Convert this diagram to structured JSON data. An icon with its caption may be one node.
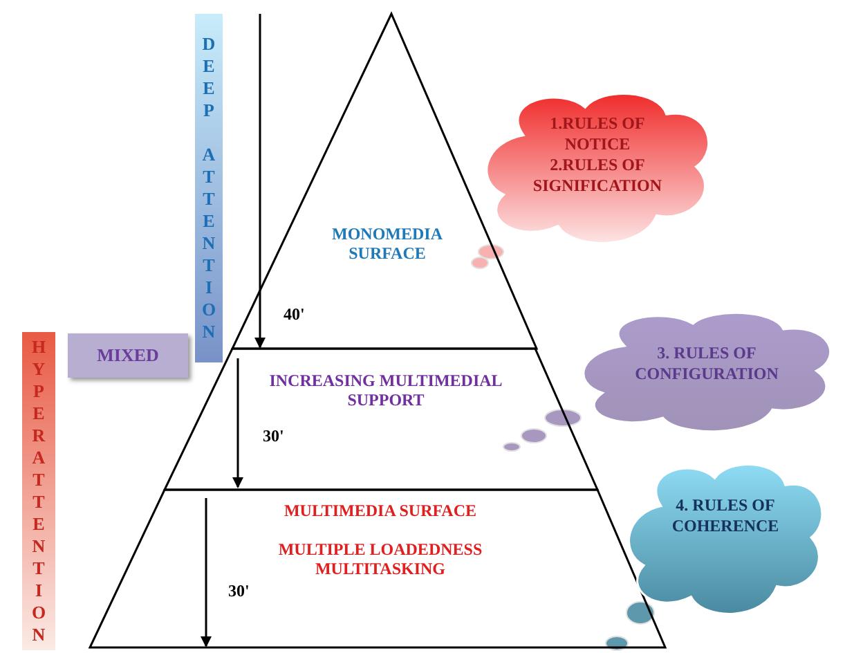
{
  "diagram": {
    "nodes": [
      {
        "text": [
          "DEEP ATTENTION"
        ]
      },
      {
        "text": [
          "HYPERATTENTION"
        ]
      },
      {
        "text": [
          "MIXED"
        ]
      },
      {
        "text": [
          "MONOMEDIA SURFACE",
          "40'"
        ]
      },
      {
        "text": [
          "INCREASING MULTIMEDIAL SUPPORT",
          "30'"
        ]
      },
      {
        "text": [
          "MULTIMEDIA SURFACE",
          "MULTIPLE LOADEDNESS MULTITASKING",
          "30'"
        ]
      },
      {
        "text": [
          "1.RULES OF NOTICE",
          "2.RULES OF SIGNIFICATION"
        ]
      },
      {
        "text": [
          "3. RULES OF CONFIGURATION"
        ]
      },
      {
        "text": [
          "4. RULES OF COHERENCE"
        ]
      }
    ]
  }
}
